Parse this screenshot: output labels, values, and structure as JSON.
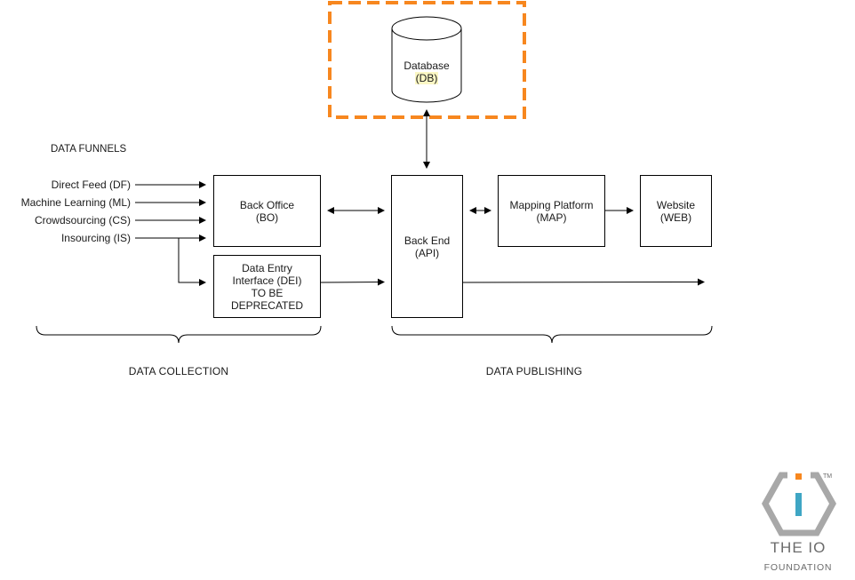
{
  "title": "DATA FUNNELS",
  "funnels": [
    "Direct Feed (DF)",
    "Machine Learning (ML)",
    "Crowdsourcing (CS)",
    "Insourcing (IS)"
  ],
  "nodes": {
    "database": {
      "line1": "Database",
      "line2": "(DB)"
    },
    "back_office": {
      "line1": "Back Office",
      "line2": "(BO)"
    },
    "dei": {
      "line1": "Data Entry",
      "line2": "Interface (DEI)",
      "line3": "TO BE",
      "line4": "DEPRECATED"
    },
    "back_end": {
      "line1": "Back End",
      "line2": "(API)"
    },
    "mapping": {
      "line1": "Mapping Platform",
      "line2": "(MAP)"
    },
    "website": {
      "line1": "Website",
      "line2": "(WEB)"
    }
  },
  "sections": {
    "collection": "DATA COLLECTION",
    "publishing": "DATA PUBLISHING"
  },
  "colors": {
    "highlight_border": "#f7871f",
    "logo_orange": "#f7871f",
    "logo_teal": "#3fa6c4",
    "logo_gray": "#a8a8a8"
  },
  "logo": {
    "line1": "THE IO",
    "line2": "FOUNDATION",
    "tm": "TM"
  }
}
